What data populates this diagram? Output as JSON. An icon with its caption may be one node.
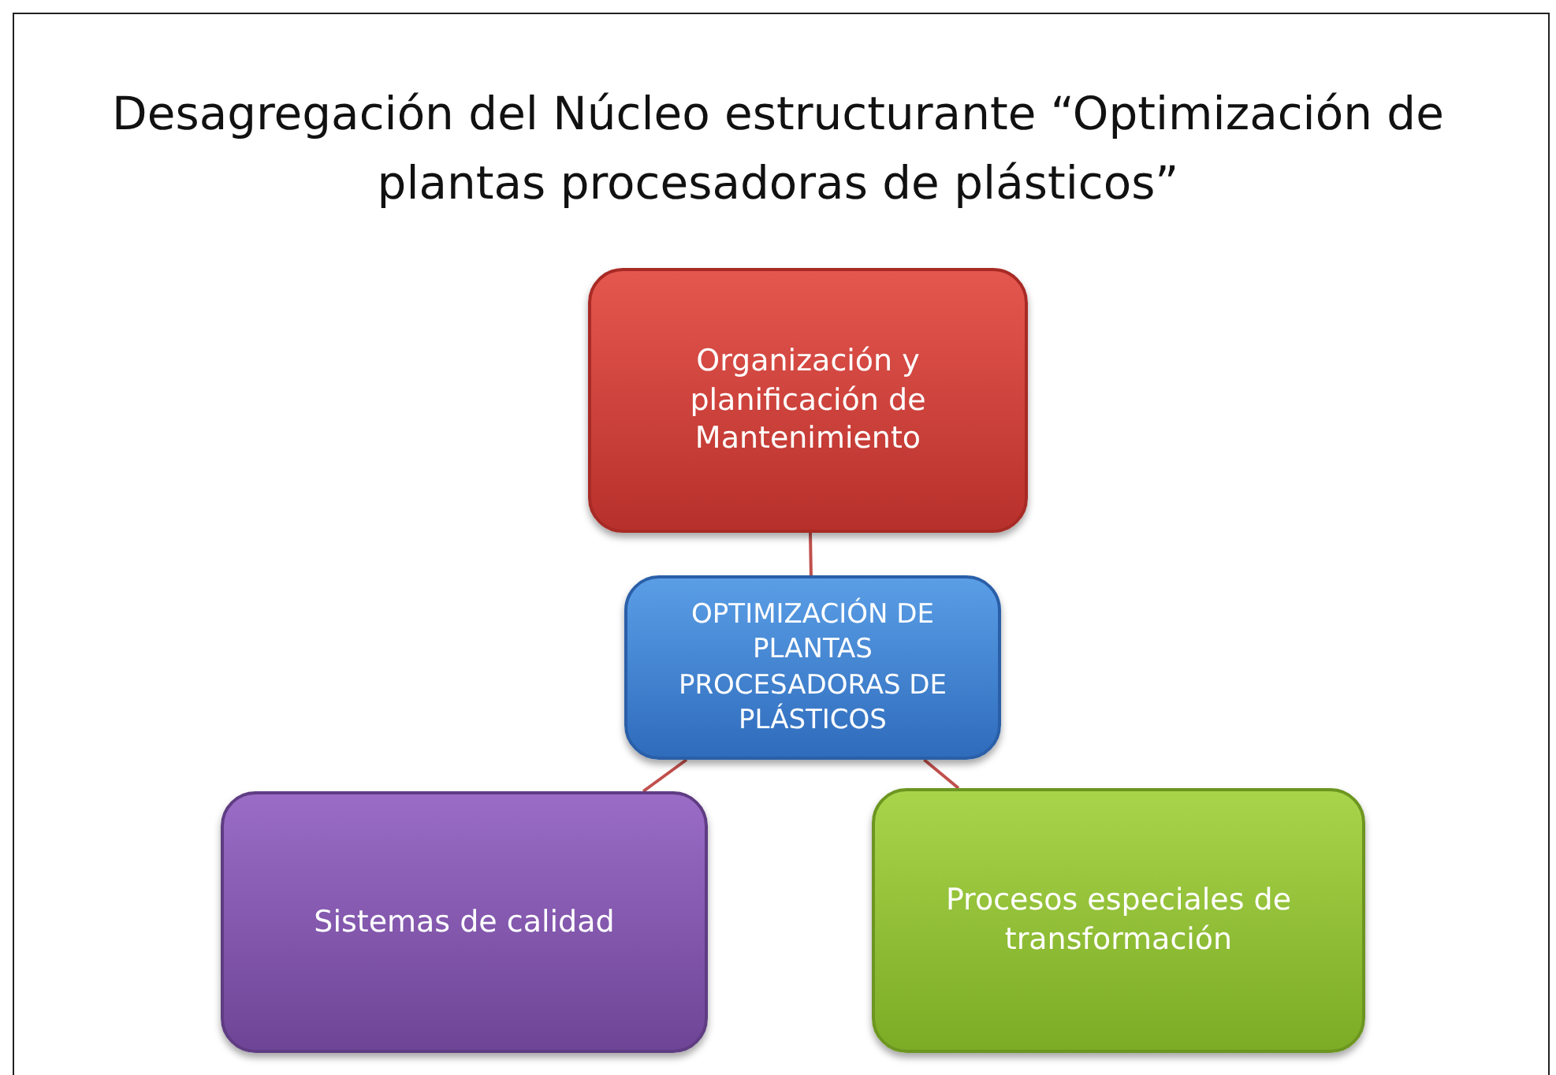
{
  "diagram": {
    "title": "Desagregación del Núcleo estructurante “Optimización de plantas procesadoras de plásticos”",
    "nodes": [
      {
        "text": [
          "Organización y planificación de Mantenimiento"
        ]
      },
      {
        "text": [
          "OPTIMIZACIÓN DE PLANTAS PROCESADORAS DE PLÁSTICOS"
        ]
      },
      {
        "text": [
          "Sistemas de calidad"
        ]
      },
      {
        "text": [
          "Procesos especiales de transformación"
        ]
      }
    ],
    "edges": [
      {
        "from": 1,
        "to": 0,
        "arrow": "none"
      },
      {
        "from": 1,
        "to": 2,
        "arrow": "none"
      },
      {
        "from": 1,
        "to": 3,
        "arrow": "none"
      }
    ]
  }
}
